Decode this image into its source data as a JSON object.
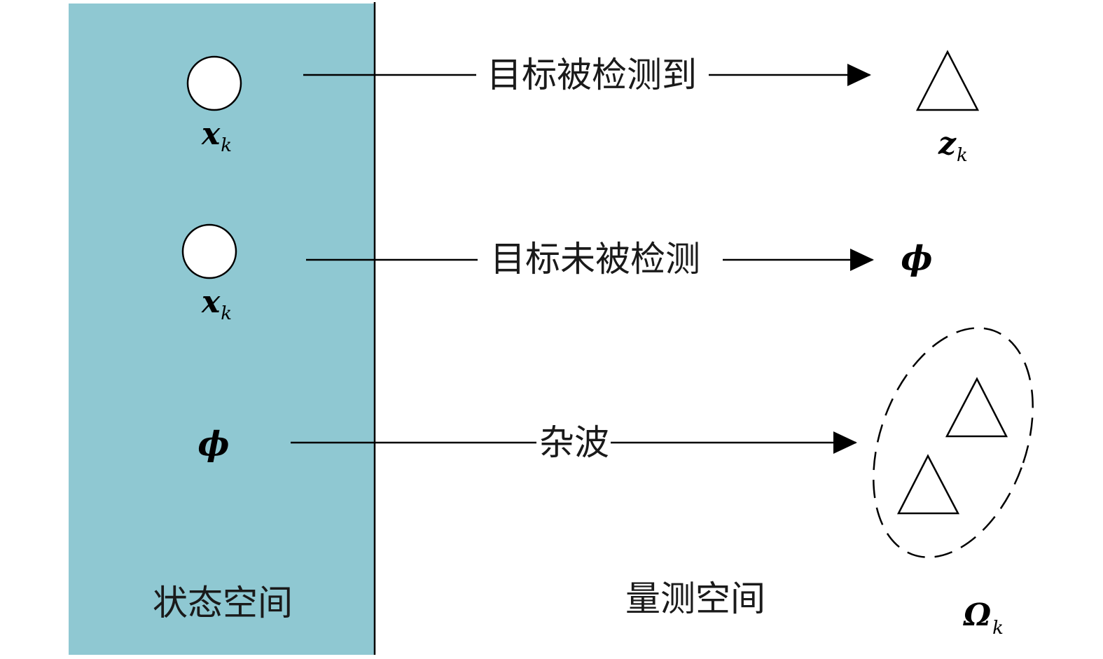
{
  "colors": {
    "state_space_fill": "#8fc8d2",
    "line": "#000000",
    "text": "#1a1a1a"
  },
  "state_space": {
    "label": "状态空间",
    "items": [
      {
        "kind": "circle",
        "symbol": "x",
        "subscript": "k"
      },
      {
        "kind": "circle",
        "symbol": "x",
        "subscript": "k"
      },
      {
        "kind": "symbol",
        "symbol": "ϕ"
      }
    ]
  },
  "measurement_space": {
    "label": "量测空间",
    "items": [
      {
        "kind": "triangle",
        "symbol": "z",
        "subscript": "k"
      },
      {
        "kind": "symbol",
        "symbol": "ϕ"
      },
      {
        "kind": "clutter-set",
        "symbol": "Ω",
        "subscript": "k",
        "triangle_count": 2
      }
    ]
  },
  "arrows": [
    {
      "label": "目标被检测到"
    },
    {
      "label": "目标未被检测"
    },
    {
      "label": "杂波"
    }
  ]
}
